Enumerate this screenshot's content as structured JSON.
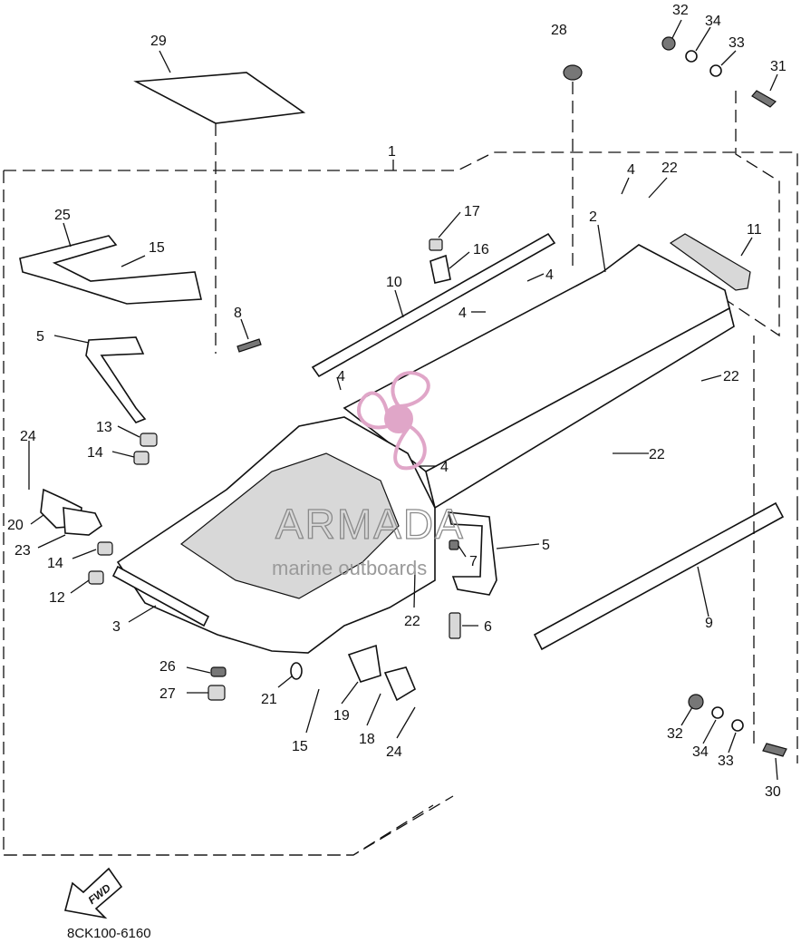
{
  "diagram": {
    "part_code": "8CK100-6160",
    "direction_label": "FWD",
    "watermark": {
      "brand": "ARMADA",
      "tagline": "marine outboards"
    },
    "callouts": [
      {
        "id": "c1",
        "label": "1"
      },
      {
        "id": "c2",
        "label": "2"
      },
      {
        "id": "c3",
        "label": "3"
      },
      {
        "id": "c4a",
        "label": "4"
      },
      {
        "id": "c4b",
        "label": "4"
      },
      {
        "id": "c4c",
        "label": "4"
      },
      {
        "id": "c4d",
        "label": "4"
      },
      {
        "id": "c4e",
        "label": "4"
      },
      {
        "id": "c5a",
        "label": "5"
      },
      {
        "id": "c5b",
        "label": "5"
      },
      {
        "id": "c6",
        "label": "6"
      },
      {
        "id": "c7",
        "label": "7"
      },
      {
        "id": "c8",
        "label": "8"
      },
      {
        "id": "c9",
        "label": "9"
      },
      {
        "id": "c10",
        "label": "10"
      },
      {
        "id": "c11",
        "label": "11"
      },
      {
        "id": "c12",
        "label": "12"
      },
      {
        "id": "c13",
        "label": "13"
      },
      {
        "id": "c14a",
        "label": "14"
      },
      {
        "id": "c14b",
        "label": "14"
      },
      {
        "id": "c15a",
        "label": "15"
      },
      {
        "id": "c15b",
        "label": "15"
      },
      {
        "id": "c16",
        "label": "16"
      },
      {
        "id": "c17",
        "label": "17"
      },
      {
        "id": "c18",
        "label": "18"
      },
      {
        "id": "c19",
        "label": "19"
      },
      {
        "id": "c20",
        "label": "20"
      },
      {
        "id": "c21",
        "label": "21"
      },
      {
        "id": "c22a",
        "label": "22"
      },
      {
        "id": "c22b",
        "label": "22"
      },
      {
        "id": "c22c",
        "label": "22"
      },
      {
        "id": "c22d",
        "label": "22"
      },
      {
        "id": "c23",
        "label": "23"
      },
      {
        "id": "c24a",
        "label": "24"
      },
      {
        "id": "c24b",
        "label": "24"
      },
      {
        "id": "c25",
        "label": "25"
      },
      {
        "id": "c26",
        "label": "26"
      },
      {
        "id": "c27",
        "label": "27"
      },
      {
        "id": "c28",
        "label": "28"
      },
      {
        "id": "c29",
        "label": "29"
      },
      {
        "id": "c30",
        "label": "30"
      },
      {
        "id": "c31",
        "label": "31"
      },
      {
        "id": "c32a",
        "label": "32"
      },
      {
        "id": "c32b",
        "label": "32"
      },
      {
        "id": "c33a",
        "label": "33"
      },
      {
        "id": "c33b",
        "label": "33"
      },
      {
        "id": "c34a",
        "label": "34"
      },
      {
        "id": "c34b",
        "label": "34"
      }
    ]
  }
}
